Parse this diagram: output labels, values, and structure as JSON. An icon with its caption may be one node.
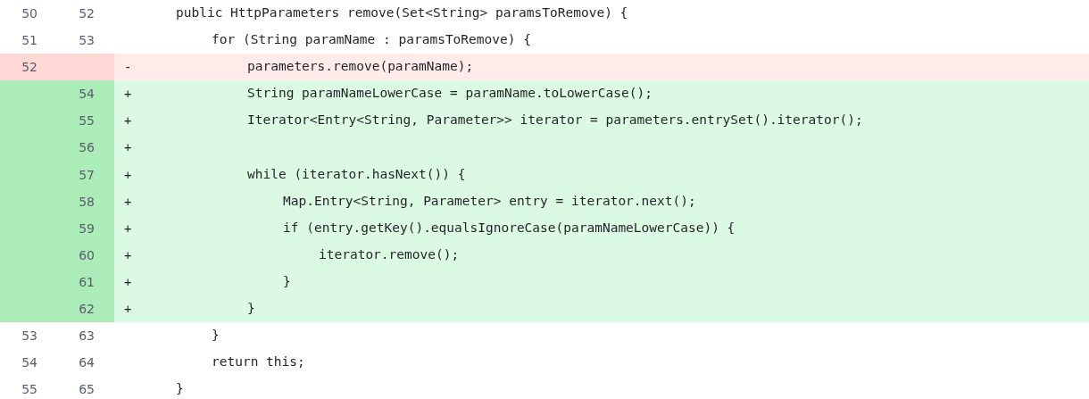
{
  "diagram": {
    "labels": [
      "50",
      "52",
      "public HttpParameters remove(Set<String> paramsToRemove) {",
      "51",
      "53",
      "for (String paramName : paramsToRemove) {",
      "52",
      "-",
      "parameters.remove(paramName);",
      "54",
      "+",
      "String paramNameLowerCase = paramName.toLowerCase();",
      "55",
      "+",
      "Iterator<Entry<String, Parameter>> iterator = parameters.entrySet().iterator();",
      "56",
      "+",
      "57",
      "+",
      "while (iterator.hasNext()) {",
      "58",
      "+",
      "Map.Entry<String, Parameter> entry = iterator.next();",
      "59",
      "+",
      "if (entry.getKey().equalsIgnoreCase(paramNameLowerCase)) {",
      "60",
      "+",
      "iterator.remove();",
      "61",
      "+",
      "}",
      "62",
      "+",
      "}",
      "53",
      "63",
      "}",
      "54",
      "64",
      "return this;",
      "55",
      "65",
      "}"
    ]
  }
}
